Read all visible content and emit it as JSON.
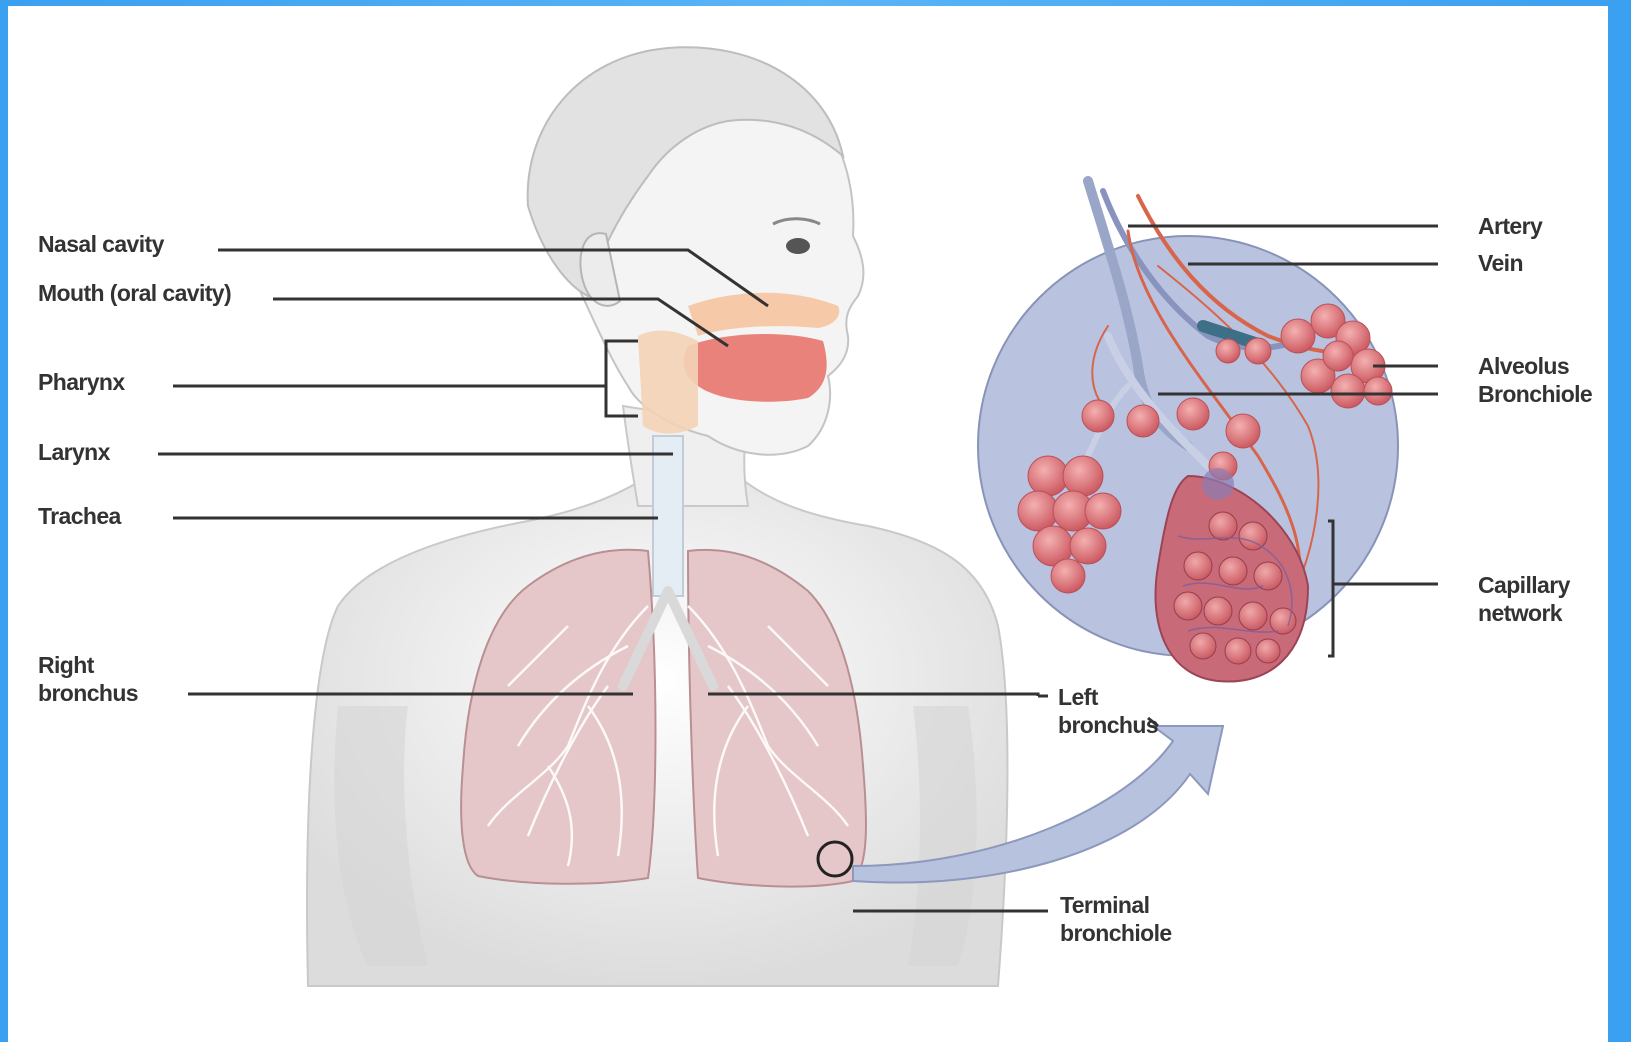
{
  "diagram": {
    "labels": {
      "nasal_cavity": "Nasal cavity",
      "mouth": "Mouth (oral cavity)",
      "pharynx": "Pharynx",
      "larynx": "Larynx",
      "trachea": "Trachea",
      "right_bronchus_1": "Right",
      "right_bronchus_2": "bronchus",
      "left_bronchus_1": "Left",
      "left_bronchus_2": "bronchus",
      "terminal_bronchiole_1": "Terminal",
      "terminal_bronchiole_2": "bronchiole",
      "artery": "Artery",
      "vein": "Vein",
      "alveolus": "Alveolus",
      "bronchiole": "Bronchiole",
      "capillary_network_1": "Capillary",
      "capillary_network_2": "network"
    }
  },
  "colors": {
    "frame_blue": "#3aa0f0",
    "inset_fill": "#b9c3df",
    "lung_pink": "#e3c4c4",
    "alveoli_red": "#e0787c",
    "leader_line": "#333333"
  }
}
